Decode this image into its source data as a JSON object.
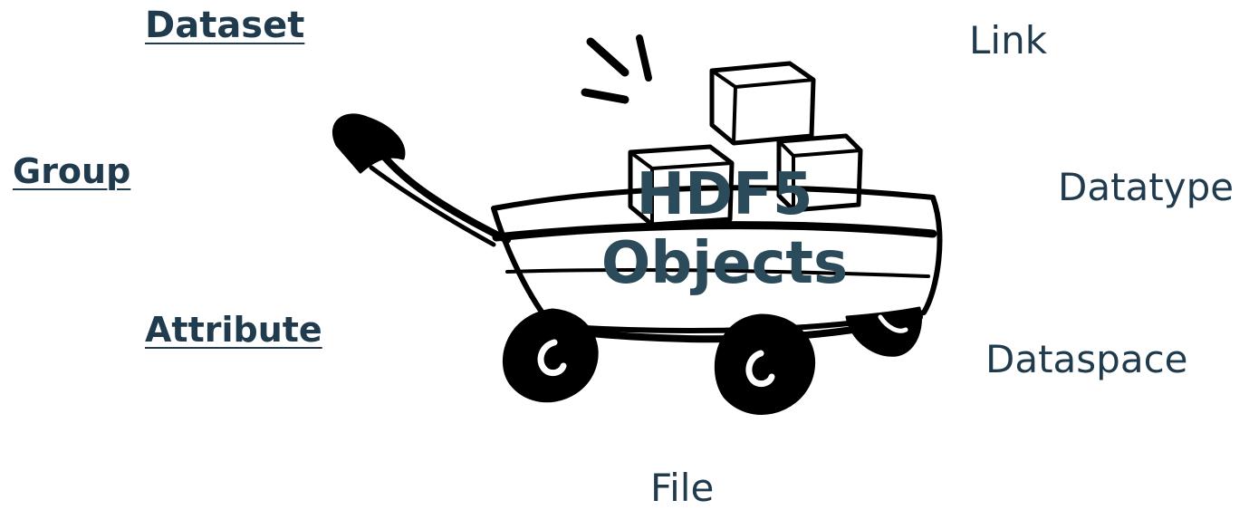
{
  "labels": {
    "dataset": "Dataset",
    "group": "Group",
    "attribute": "Attribute",
    "link": "Link",
    "datatype": "Datatype",
    "dataspace": "Dataspace",
    "file": "File"
  },
  "center": {
    "line1": "HDF5",
    "line2": "Objects"
  },
  "colors": {
    "text": "#1f3b4d",
    "title": "#2b4a5a",
    "drawing": "#000000"
  },
  "icons": {
    "illustration": "wagon-with-boxes-icon"
  }
}
